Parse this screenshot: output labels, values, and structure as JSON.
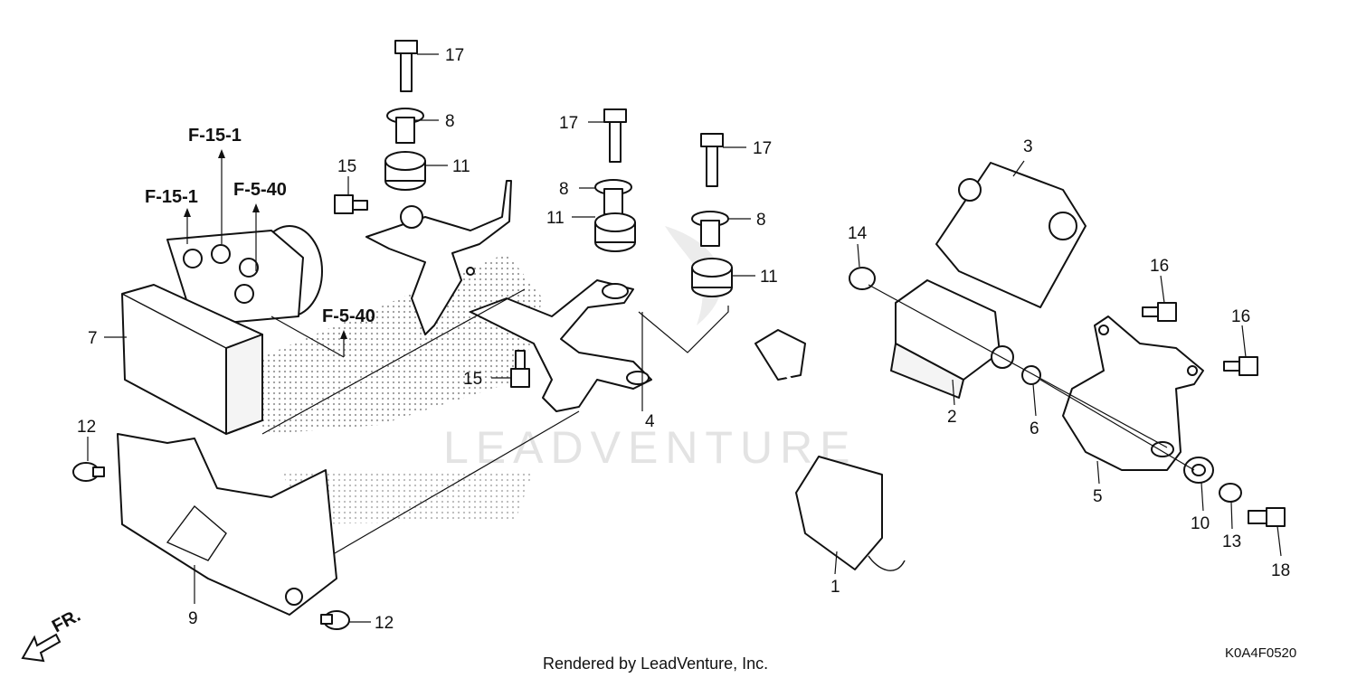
{
  "diagram": {
    "watermark": "LEADVENTURE",
    "footer": "Rendered by LeadVenture, Inc.",
    "drawing_code": "K0A4F0520",
    "direction_label": "FR.",
    "references": [
      "F-15-1",
      "F-15-1",
      "F-5-40",
      "F-5-40"
    ],
    "callouts": [
      "17",
      "8",
      "11",
      "15",
      "17",
      "8",
      "11",
      "17",
      "8",
      "11",
      "15",
      "4",
      "3",
      "14",
      "16",
      "16",
      "2",
      "6",
      "5",
      "10",
      "13",
      "18",
      "1",
      "7",
      "12",
      "9",
      "12"
    ]
  }
}
